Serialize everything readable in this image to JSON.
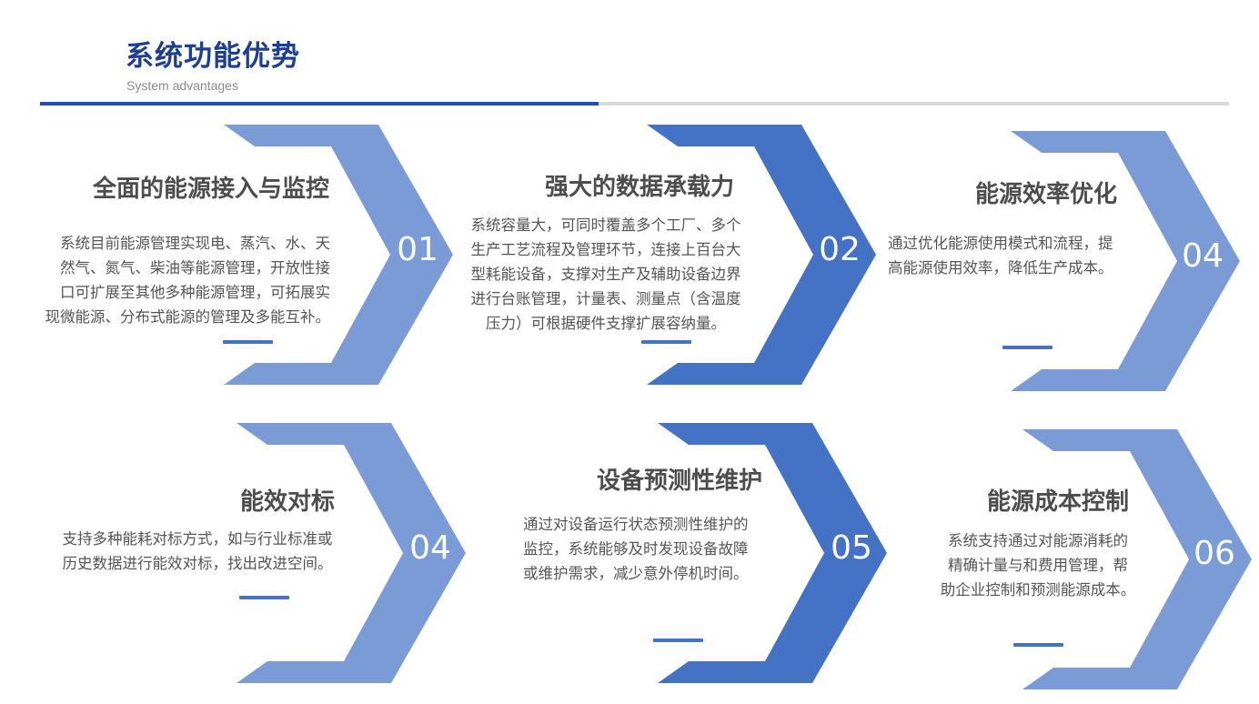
{
  "header": {
    "title": "系统功能优势",
    "subtitle": "System advantages"
  },
  "colors": {
    "accent_dark": "#1c3f94",
    "chevron_light": "#7b9bd6",
    "chevron_dark": "#4472c4",
    "underline_bar": "#4472c4",
    "rule_blue": "#1c4fb0",
    "rule_gray": "#d9d9d9"
  },
  "cards": [
    {
      "number": "01",
      "title": "全面的能源接入与监控",
      "desc": "系统目前能源管理实现电、蒸汽、水、天\n然气、氮气、柴油等能源管理，开放性接\n口可扩展至其他多种能源管理，可拓展实\n现微能源、分布式能源的管理及多能互补。",
      "shade": "light"
    },
    {
      "number": "02",
      "title": "强大的数据承载力",
      "desc": "系统容量大，可同时覆盖多个工厂、多个\n生产工艺流程及管理环节，连接上百台大\n型耗能设备，支撑对生产及辅助设备边界\n进行台账管理，计量表、测量点（含温度\n压力）可根据硬件支撑扩展容纳量。",
      "shade": "dark"
    },
    {
      "number": "04",
      "title": "能源效率优化",
      "desc": "通过优化能源使用模式和流程，提\n高能源使用效率，降低生产成本。",
      "shade": "light"
    },
    {
      "number": "04",
      "title": "能效对标",
      "desc": "支持多种能耗对标方式，如与行业标准或\n历史数据进行能效对标，找出改进空间。",
      "shade": "light"
    },
    {
      "number": "05",
      "title": "设备预测性维护",
      "desc": "通过对设备运行状态预测性维护的\n监控，系统能够及时发现设备故障\n或维护需求，减少意外停机时间。",
      "shade": "dark"
    },
    {
      "number": "06",
      "title": "能源成本控制",
      "desc": "系统支持通过对能源消耗的\n精确计量与和费用管理，帮\n助企业控制和预测能源成本。",
      "shade": "light"
    }
  ]
}
